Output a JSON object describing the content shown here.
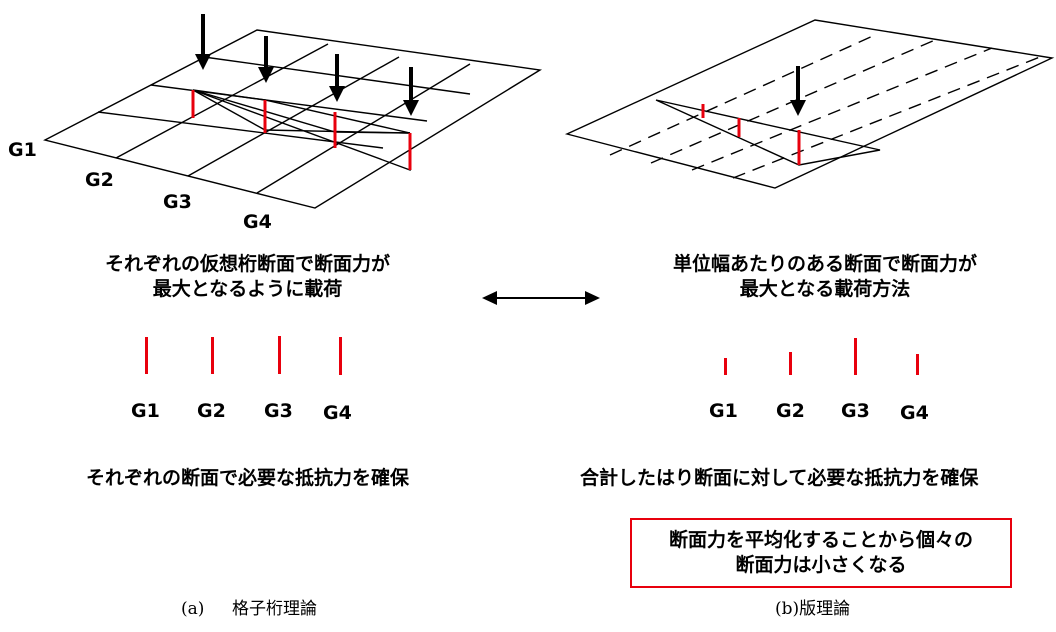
{
  "panel_a": {
    "girder_labels": [
      "G1",
      "G2",
      "G3",
      "G4"
    ],
    "description": [
      "それぞれの仮想桁断面で断面力が",
      "最大となるように載荷"
    ],
    "bar_labels": [
      "G1",
      "G2",
      "G3",
      "G4"
    ],
    "conclusion": "それぞれの断面で必要な抵抗力を確保",
    "caption_prefix": "(a)",
    "caption": "格子桁理論"
  },
  "panel_b": {
    "description": [
      "単位幅あたりのある断面で断面力が",
      "最大となる載荷方法"
    ],
    "bar_labels": [
      "G1",
      "G2",
      "G3",
      "G4"
    ],
    "conclusion": "合計したはり断面に対して必要な抵抗力を確保",
    "note": [
      "断面力を平均化することから個々の",
      "断面力は小さくなる"
    ],
    "caption": "(b)版理論"
  },
  "colors": {
    "accent": "#e8000d",
    "line": "#000000"
  }
}
